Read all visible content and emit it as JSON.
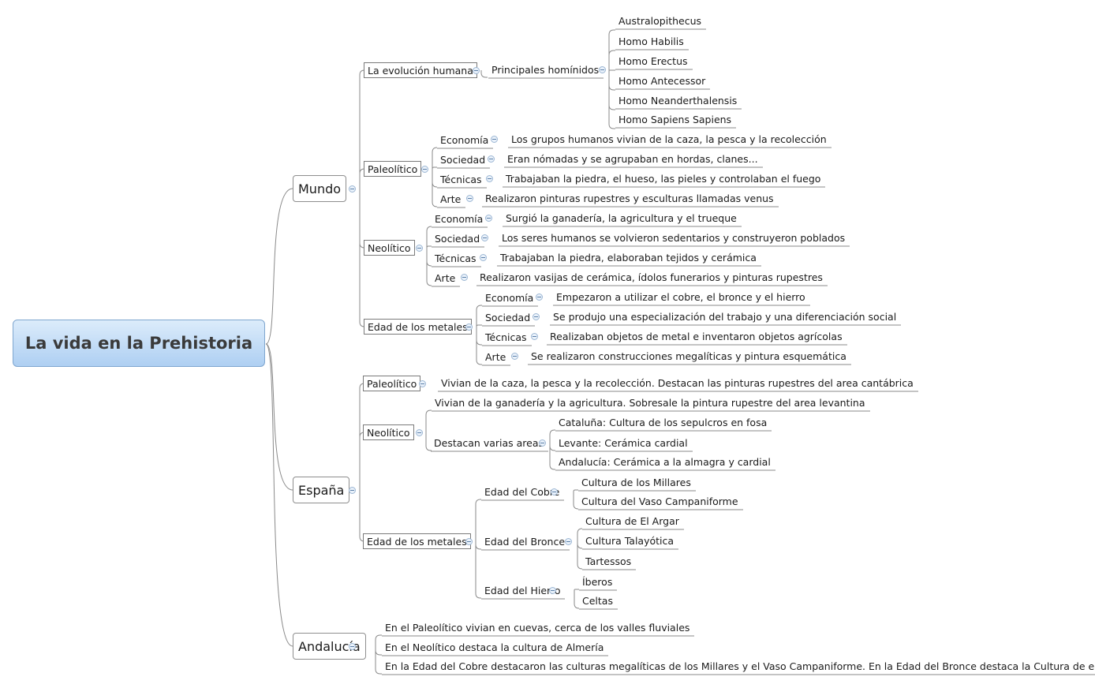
{
  "root": "La vida en la Prehistoria",
  "mundo": {
    "label": "Mundo",
    "evolucion": {
      "label": "La evolución humana",
      "hominidos": {
        "label": "Principales homínidos",
        "items": [
          "Australopithecus",
          "Homo Habilis",
          "Homo Erectus",
          "Homo Antecessor",
          "Homo Neanderthalensis",
          "Homo Sapiens Sapiens"
        ]
      }
    },
    "paleolitico": {
      "label": "Paleolítico",
      "economia": "Economía",
      "economia_val": "Los grupos humanos vivian de la caza, la pesca y la recolección",
      "sociedad": "Sociedad",
      "sociedad_val": "Eran nómadas y se agrupaban en hordas, clanes...",
      "tecnicas": "Técnicas",
      "tecnicas_val": "Trabajaban la piedra, el hueso, las pieles y controlaban el fuego",
      "arte": "Arte",
      "arte_val": "Realizaron pinturas rupestres y esculturas llamadas venus"
    },
    "neolitico": {
      "label": "Neolítico",
      "economia": "Economía",
      "economia_val": "Surgió la ganadería, la agricultura y el trueque",
      "sociedad": "Sociedad",
      "sociedad_val": "Los seres humanos se volvieron sedentarios y construyeron poblados",
      "tecnicas": "Técnicas",
      "tecnicas_val": "Trabajaban la piedra, elaboraban tejidos y cerámica",
      "arte": "Arte",
      "arte_val": "Realizaron vasijas de cerámica, ídolos funerarios y pinturas rupestres"
    },
    "metales": {
      "label": "Edad de los metales",
      "economia": "Economía",
      "economia_val": "Empezaron a utilizar el cobre, el bronce y el hierro",
      "sociedad": "Sociedad",
      "sociedad_val": "Se produjo una especialización del trabajo y una diferenciación social",
      "tecnicas": "Técnicas",
      "tecnicas_val": "Realizaban objetos de metal e inventaron objetos agrícolas",
      "arte": "Arte",
      "arte_val": "Se realizaron construcciones megalíticas y pintura esquemática"
    }
  },
  "espana": {
    "label": "España",
    "paleolitico": {
      "label": "Paleolítico",
      "val": "Vivian de la caza, la pesca y la recolección. Destacan las pinturas rupestres del area cantábrica"
    },
    "neolitico": {
      "label": "Neolítico",
      "val": "Vivian de la ganadería y la agricultura. Sobresale la pintura rupestre del area levantina",
      "areas": {
        "label": "Destacan varias areas",
        "items": [
          "Cataluña: Cultura de los sepulcros en fosa",
          "Levante: Cerámica cardial",
          "Andalucía: Cerámica a la almagra y cardial"
        ]
      }
    },
    "metales": {
      "label": "Edad de los metales",
      "cobre": {
        "label": "Edad del Cobre",
        "items": [
          "Cultura de los Millares",
          "Cultura del Vaso Campaniforme"
        ]
      },
      "bronce": {
        "label": "Edad del Bronce",
        "items": [
          "Cultura de El Argar",
          "Cultura Talayótica",
          "Tartessos"
        ]
      },
      "hierro": {
        "label": "Edad del Hierro",
        "items": [
          "Íberos",
          "Celtas"
        ]
      }
    }
  },
  "andalucia": {
    "label": "Andalucía",
    "items": [
      "En el Paleolítico vivian en cuevas, cerca de los valles fluviales",
      "En el Neolítico destaca la cultura de Almería",
      "En la Edad del Cobre destacaron las culturas megalíticas de los Millares y el Vaso Campaniforme. En la Edad del Bronce destaca la Cultura de el Argar"
    ]
  }
}
